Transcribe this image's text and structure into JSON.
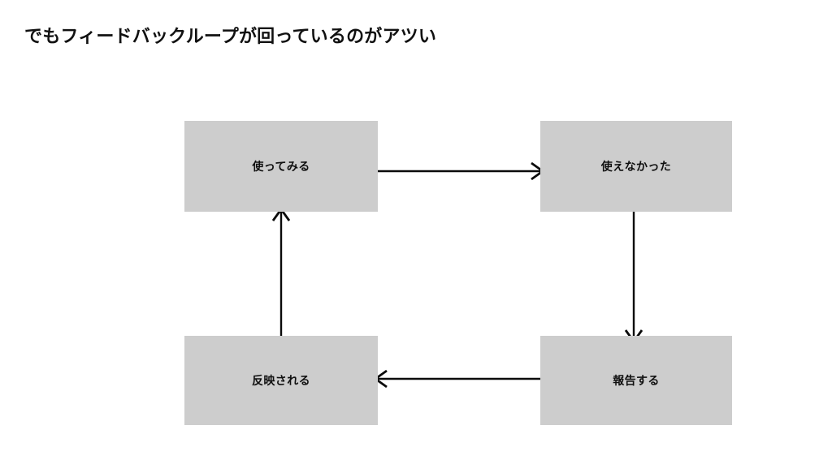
{
  "slide": {
    "title": "でもフィードバックループが回っているのがアツい",
    "background_color": "#ffffff",
    "title_color": "#111111"
  },
  "diagram": {
    "type": "cycle-flowchart",
    "node_fill_color": "#cdcdcd",
    "node_text_color": "#101010",
    "edge_color": "#0b0b0b",
    "nodes": [
      {
        "id": "try",
        "label": "使ってみる",
        "position": "top-left"
      },
      {
        "id": "fail",
        "label": "使えなかった",
        "position": "top-right"
      },
      {
        "id": "report",
        "label": "報告する",
        "position": "bottom-right"
      },
      {
        "id": "apply",
        "label": "反映される",
        "position": "bottom-left"
      }
    ],
    "edges": [
      {
        "from": "try",
        "to": "fail",
        "direction": "right"
      },
      {
        "from": "fail",
        "to": "report",
        "direction": "down"
      },
      {
        "from": "report",
        "to": "apply",
        "direction": "left"
      },
      {
        "from": "apply",
        "to": "try",
        "direction": "up"
      }
    ]
  }
}
